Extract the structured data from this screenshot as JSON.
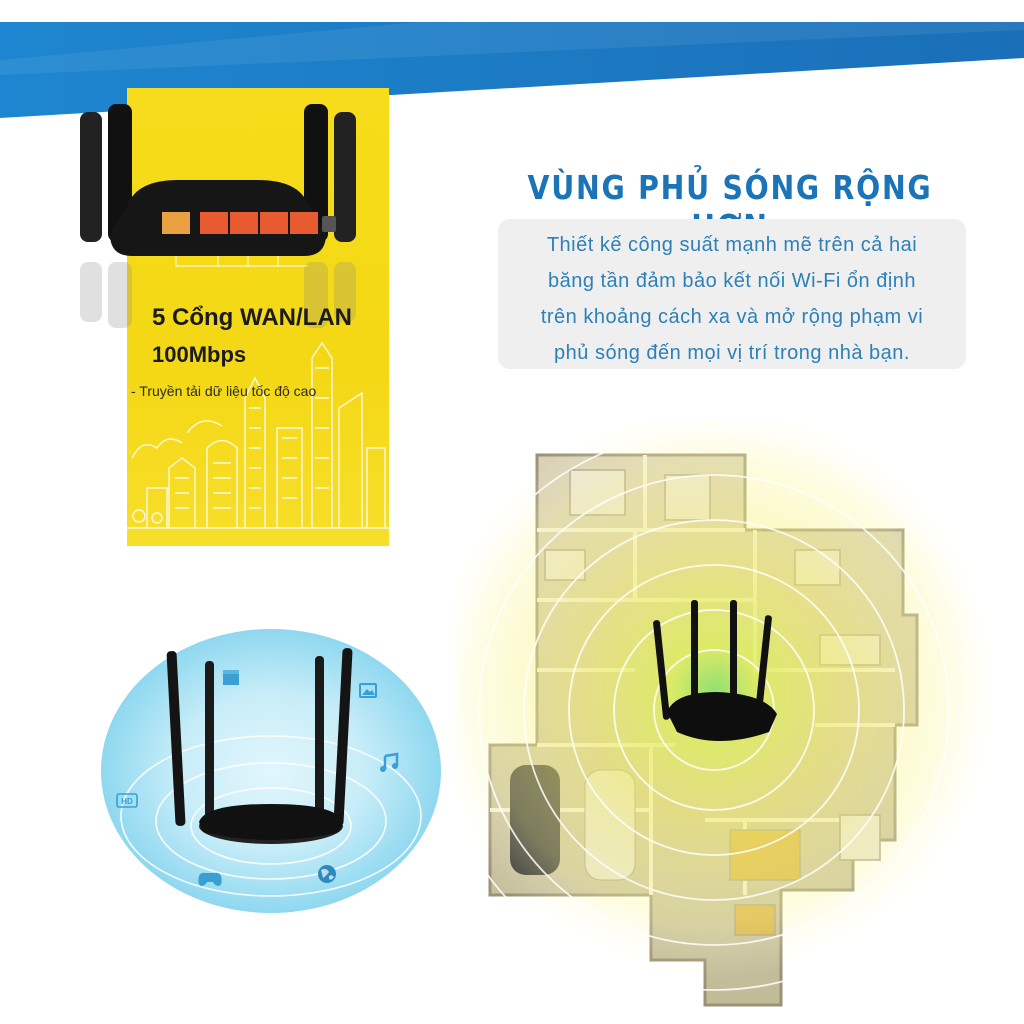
{
  "colors": {
    "brand_blue": "#1b73b8",
    "accent_yellow": "#f6dc1a",
    "text_blue": "#2d80b8",
    "desc_bg": "#efefef"
  },
  "ports_feature": {
    "line1": "5 Cổng WAN/LAN",
    "line2": "100Mbps",
    "subtitle": "- Truyền tải dữ liệu tốc độ cao"
  },
  "coverage": {
    "heading": "VÙNG PHỦ SÓNG RỘNG HƠN",
    "description_lines": [
      "Thiết kế công suất mạnh mẽ trên cả hai",
      "băng tần đảm bảo kết nối Wi-Fi ổn định",
      "trên khoảng cách xa và mở rộng phạm vi",
      "phủ sóng đến mọi vị trí trong nhà bạn."
    ]
  },
  "media_icons": {
    "hd_badge": "HD",
    "icons": [
      "film-icon",
      "image-icon",
      "music-icon",
      "gamepad-icon",
      "globe-icon",
      "hd-icon"
    ]
  }
}
